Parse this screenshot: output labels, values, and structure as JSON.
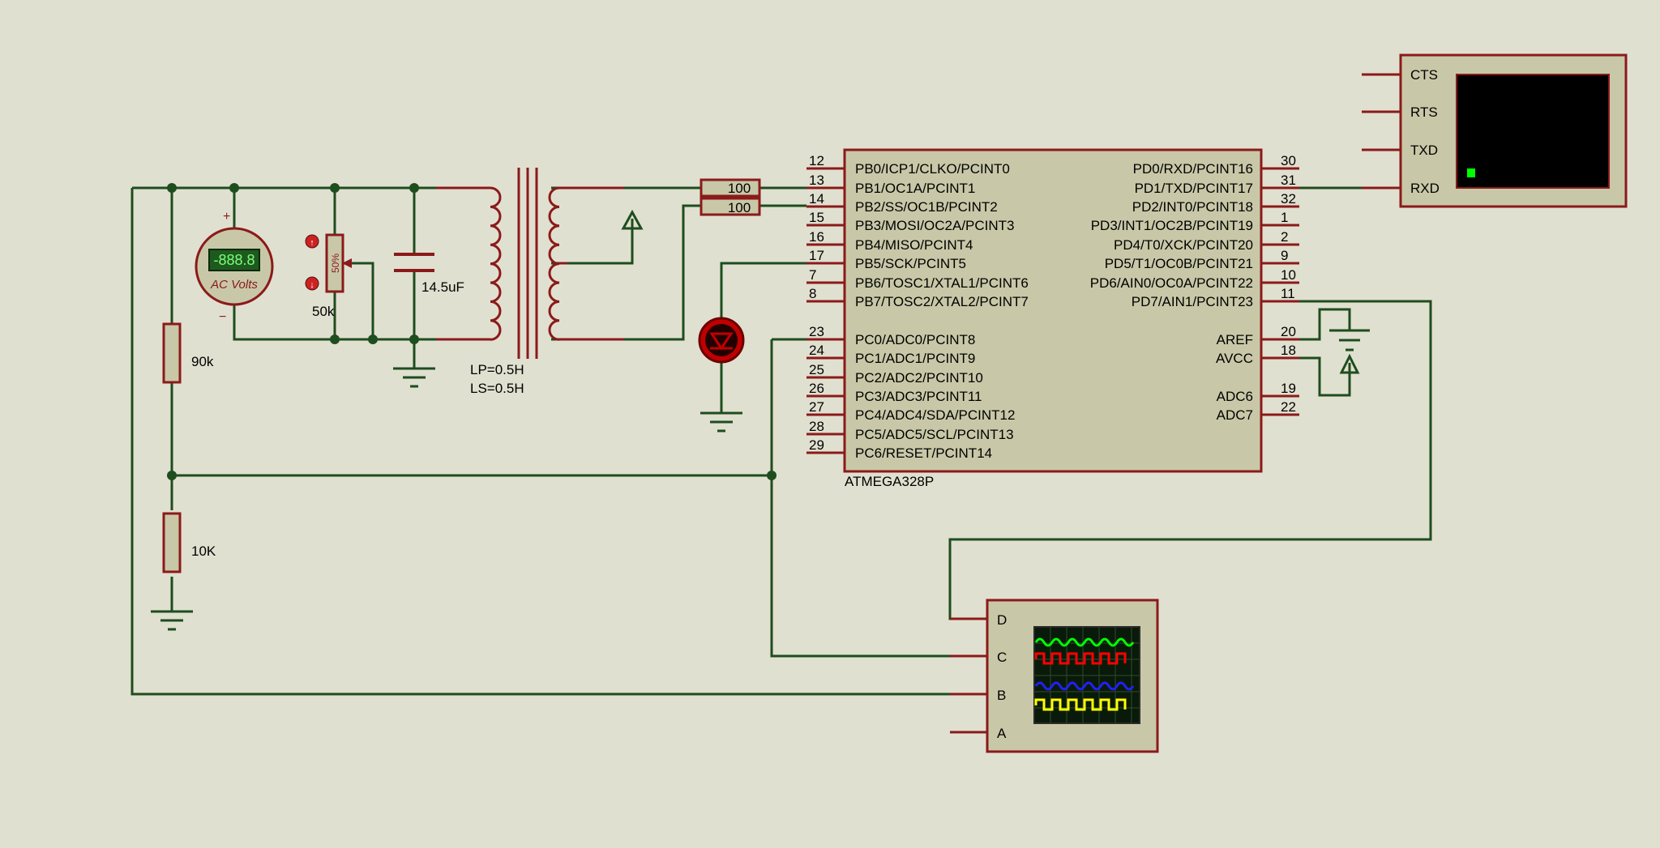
{
  "colors": {
    "background": "#e0e0d0",
    "wire": "#1e4d1e",
    "component": "#8b1a1a",
    "component_fill": "#c8c8a8",
    "terminal_screen": "#000000",
    "terminal_cursor": "#00ff00",
    "trace_d": "#00ff00",
    "trace_c": "#ff0000",
    "trace_b": "#2020ff",
    "trace_a": "#ffff00"
  },
  "voltmeter": {
    "display": "-888.8",
    "label": "AC Volts",
    "plus": "+",
    "minus": "−"
  },
  "pot": {
    "percent": "50%",
    "value": "50k"
  },
  "capacitor": {
    "value": "14.5uF"
  },
  "transformer": {
    "lp": "LP=0.5H",
    "ls": "LS=0.5H"
  },
  "resistors": {
    "r1": "100",
    "r2": "100",
    "r90k": "90k",
    "r10k": "10K"
  },
  "mcu": {
    "name": "ATMEGA328P",
    "left_pins": [
      {
        "num": "12",
        "name": "PB0/ICP1/CLKO/PCINT0"
      },
      {
        "num": "13",
        "name": "PB1/OC1A/PCINT1"
      },
      {
        "num": "14",
        "name": "PB2/SS/OC1B/PCINT2"
      },
      {
        "num": "15",
        "name": "PB3/MOSI/OC2A/PCINT3"
      },
      {
        "num": "16",
        "name": "PB4/MISO/PCINT4"
      },
      {
        "num": "17",
        "name": "PB5/SCK/PCINT5"
      },
      {
        "num": "7",
        "name": "PB6/TOSC1/XTAL1/PCINT6"
      },
      {
        "num": "8",
        "name": "PB7/TOSC2/XTAL2/PCINT7"
      },
      {
        "num": "23",
        "name": "PC0/ADC0/PCINT8"
      },
      {
        "num": "24",
        "name": "PC1/ADC1/PCINT9"
      },
      {
        "num": "25",
        "name": "PC2/ADC2/PCINT10"
      },
      {
        "num": "26",
        "name": "PC3/ADC3/PCINT11"
      },
      {
        "num": "27",
        "name": "PC4/ADC4/SDA/PCINT12"
      },
      {
        "num": "28",
        "name": "PC5/ADC5/SCL/PCINT13"
      },
      {
        "num": "29",
        "name": "PC6/RESET/PCINT14"
      }
    ],
    "right_pins": [
      {
        "num": "30",
        "name": "PD0/RXD/PCINT16"
      },
      {
        "num": "31",
        "name": "PD1/TXD/PCINT17"
      },
      {
        "num": "32",
        "name": "PD2/INT0/PCINT18"
      },
      {
        "num": "1",
        "name": "PD3/INT1/OC2B/PCINT19"
      },
      {
        "num": "2",
        "name": "PD4/T0/XCK/PCINT20"
      },
      {
        "num": "9",
        "name": "PD5/T1/OC0B/PCINT21"
      },
      {
        "num": "10",
        "name": "PD6/AIN0/OC0A/PCINT22"
      },
      {
        "num": "11",
        "name": "PD7/AIN1/PCINT23"
      },
      {
        "num": "20",
        "name": "AREF"
      },
      {
        "num": "18",
        "name": "AVCC"
      },
      {
        "num": "19",
        "name": "ADC6"
      },
      {
        "num": "22",
        "name": "ADC7"
      }
    ]
  },
  "terminal": {
    "pins": [
      "CTS",
      "RTS",
      "TXD",
      "RXD"
    ]
  },
  "scope": {
    "channels": [
      "D",
      "C",
      "B",
      "A"
    ]
  }
}
